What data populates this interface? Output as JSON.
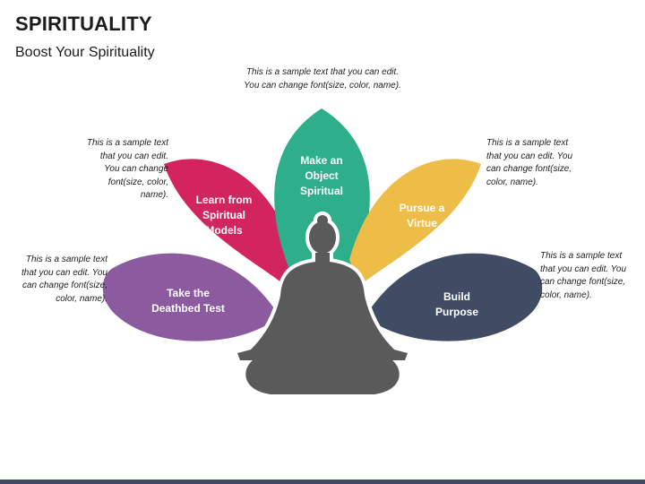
{
  "header": {
    "title": "SPIRITUALITY",
    "subtitle": "Boost Your Spirituality"
  },
  "petals": [
    {
      "label": "Take the\nDeathbed Test",
      "color": "#8c5a9e",
      "description": "This is a sample text that you can edit. You can change font(size, color, name)."
    },
    {
      "label": "Learn from\nSpiritual\nModels",
      "color": "#d2245e",
      "description": "This is a sample text that you can edit. You can change font(size, color, name)."
    },
    {
      "label": "Make an\nObject\nSpiritual",
      "color": "#2fae8c",
      "description": "This is a sample text that you can edit. You can change font(size, color, name)."
    },
    {
      "label": "Pursue a\nVirtue",
      "color": "#eebd47",
      "description": "This is a sample text that you can edit. You can change font(size, color, name)."
    },
    {
      "label": "Build\nPurpose",
      "color": "#3f4c63",
      "description": "This is a sample text that you can edit. You can change font(size, color, name)."
    }
  ],
  "colors": {
    "silhouette": "#5a5a5a",
    "footer": "#3f4c63"
  }
}
